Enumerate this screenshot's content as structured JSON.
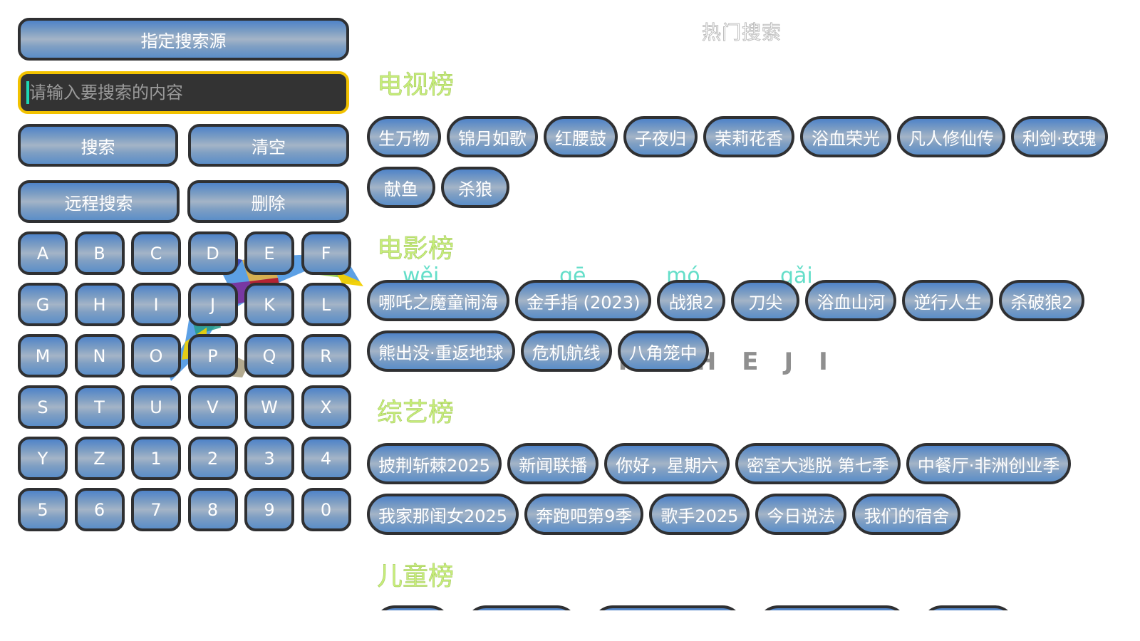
{
  "left_panel": {
    "source_button": "指定搜索源",
    "search": {
      "placeholder": "请输入要搜索的内容",
      "value": ""
    },
    "search_button": "搜索",
    "clear_button": "清空",
    "remote_search_button": "远程搜索",
    "delete_button": "删除",
    "keys": [
      "A",
      "B",
      "C",
      "D",
      "E",
      "F",
      "G",
      "H",
      "I",
      "J",
      "K",
      "L",
      "M",
      "N",
      "O",
      "P",
      "Q",
      "R",
      "S",
      "T",
      "U",
      "V",
      "W",
      "X",
      "Y",
      "Z",
      "1",
      "2",
      "3",
      "4",
      "5",
      "6",
      "7",
      "8",
      "9",
      "0"
    ]
  },
  "right_panel": {
    "title": "热门搜索",
    "sections": [
      {
        "title": "电视榜",
        "rows": [
          [
            "生万物",
            "锦月如歌",
            "红腰鼓",
            "子夜归",
            "茉莉花香",
            "浴血荣光",
            "凡人修仙传",
            "利剑·玫瑰"
          ],
          [
            "献鱼",
            "杀狼"
          ]
        ]
      },
      {
        "title": "电影榜",
        "rows": [
          [
            "哪吒之魔童闹海",
            "金手指 (2023)",
            "战狼2",
            "刀尖",
            "浴血山河",
            "逆行人生",
            "杀破狼2"
          ],
          [
            "熊出没·重返地球",
            "危机航线",
            "八角笼中"
          ]
        ]
      },
      {
        "title": "综艺榜",
        "rows": [
          [
            "披荆斩棘2025",
            "新闻联播",
            "你好，星期六",
            "密室大逃脱 第七季",
            "中餐厅·非洲创业季"
          ],
          [
            "我家那闺女2025",
            "奔跑吧第9季",
            "歌手2025",
            "今日说法",
            "我们的宿舍"
          ]
        ]
      },
      {
        "title": "儿童榜",
        "rows": []
      }
    ],
    "watermark": {
      "pinyin": [
        "wěi",
        "gē",
        "mó",
        "gǎi"
      ],
      "latin": "DIUGAISHEJI"
    }
  },
  "colors": {
    "button_top": "#4f83c9",
    "button_mid": "#a4b4c7",
    "button_border": "#2f3032",
    "input_bg": "#333333",
    "input_border": "#f2c200",
    "caret": "#1ed7b4",
    "section_title": "#c7ee7a"
  }
}
